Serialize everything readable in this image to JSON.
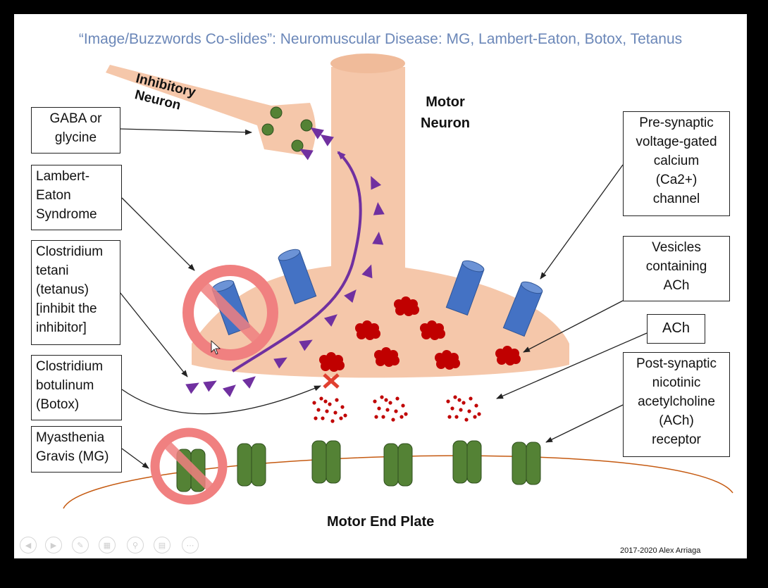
{
  "title": "“Image/Buzzwords Co-slides”: Neuromuscular Disease: MG, Lambert-Eaton, Botox, Tetanus",
  "labels": {
    "inhibitory_neuron": [
      "Inhibitory",
      "Neuron"
    ],
    "motor_neuron": [
      "Motor",
      "Neuron"
    ],
    "motor_end_plate": "Motor End Plate"
  },
  "callouts": {
    "gaba": [
      "GABA or",
      "glycine"
    ],
    "lambert": [
      "Lambert-",
      "Eaton",
      "Syndrome"
    ],
    "tetani": [
      "Clostridium",
      "tetani",
      "(tetanus)",
      "[inhibit the",
      "inhibitor]"
    ],
    "botulinum": [
      "Clostridium",
      "botulinum",
      "(Botox)"
    ],
    "mg": [
      "Myasthenia",
      "Gravis (MG)"
    ],
    "calcium": [
      "Pre-synaptic",
      "voltage-gated",
      "calcium",
      "(Ca2+)",
      "channel"
    ],
    "vesicles": [
      "Vesicles",
      "containing",
      "ACh"
    ],
    "ach": [
      "ACh"
    ],
    "receptor": [
      "Post-synaptic",
      "nicotinic",
      "acetylcholine",
      "(ACh)",
      "receptor"
    ]
  },
  "copyright": "2017-2020 Alex Arriaga",
  "colors": {
    "neuron": "#f5c7aa",
    "channel": "#4472c4",
    "receptor": "#548235",
    "vesicle": "#c00000",
    "signal": "#7030a0",
    "prohibition": "#f08080",
    "title": "#6b87b8",
    "membrane": "#c55a11"
  },
  "icons": [
    "previous-icon",
    "next-icon",
    "pen-icon",
    "slides-icon",
    "zoom-icon",
    "subtitles-icon",
    "more-icon"
  ]
}
